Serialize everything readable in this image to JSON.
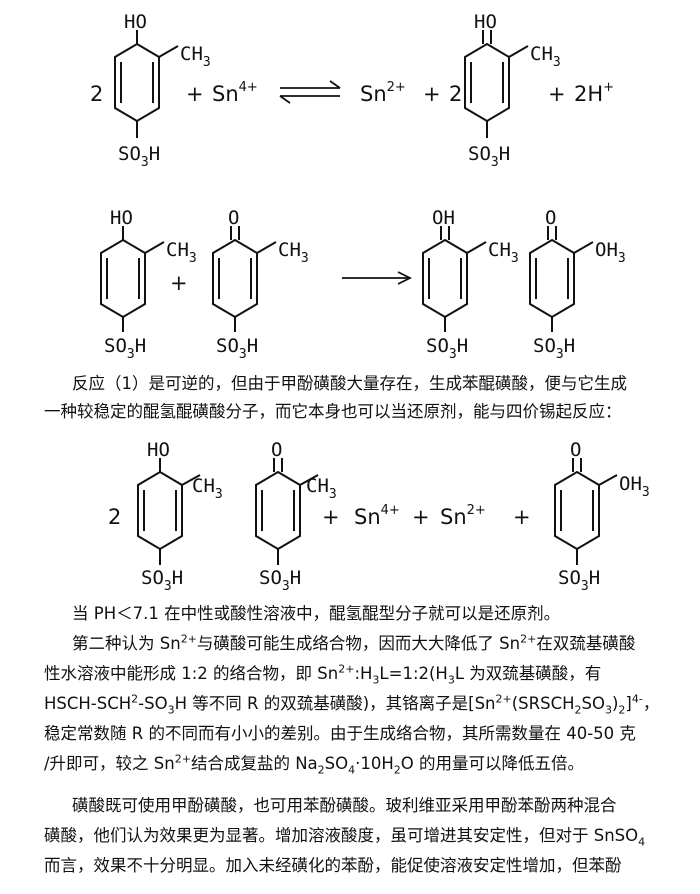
{
  "eq1": {
    "coef_left": "2",
    "ho": "HO",
    "ch3": "CH",
    "ch3_sub": "3",
    "so3h": "SO",
    "so3h_sub": "3",
    "so3h_h": "H",
    "plus": "+",
    "sn4": "Sn",
    "sn4_charge": "4+",
    "sn2": "Sn",
    "sn2_charge": "2+",
    "coef_right": "2",
    "h_plus": "2H",
    "h_charge": "+"
  },
  "eq2": {
    "ho": "HO",
    "o": "O",
    "oh": "OH",
    "ch3": "CH",
    "ch3_sub": "3",
    "oh3": "OH",
    "oh3_sub": "3",
    "so3h": "SO",
    "so3h_sub": "3",
    "so3h_h": "H",
    "plus": "+"
  },
  "para1": {
    "line1": "反应（1）是可逆的，但由于甲酚磺酸大量存在，生成苯醌磺酸，便与它生成",
    "line2": "一种较稳定的醌氢醌磺酸分子，而它本身也可以当还原剂，能与四价锡起反应："
  },
  "eq3": {
    "coef": "2",
    "ho": "HO",
    "o": "O",
    "ch3": "CH",
    "ch3_sub": "3",
    "oh3": "OH",
    "oh3_sub": "3",
    "so3h": "SO",
    "so3h_sub": "3",
    "so3h_h": "H",
    "plus": "+",
    "sn4": "Sn",
    "sn4_charge": "4+",
    "sn2": "Sn",
    "sn2_charge": "2+"
  },
  "para2": {
    "line1": "当 PH＜7.1 在中性或酸性溶液中，醌氢醌型分子就可以是还原剂。"
  },
  "para3": {
    "l1_a": "第二种认为 Sn",
    "l1_sup1": "2+",
    "l1_b": "与磺酸可能生成络合物，因而大大降低了 Sn",
    "l1_sup2": "2+",
    "l1_c": "在双巯基磺酸",
    "l2_a": "性水溶液中能形成  1:2  的络合物，即  Sn",
    "l2_sup": "2+",
    "l2_b": ":H",
    "l2_sub1": "3",
    "l2_c": "L=1:2(H",
    "l2_sub2": "3",
    "l2_d": "L  为双巯基磺酸，有",
    "l3_a": "HSCH-SCH",
    "l3_sup": "2",
    "l3_b": "-SO",
    "l3_sub": "3",
    "l3_c": "H 等不同 R 的双巯基磺酸)，其铬离子是[Sn",
    "l3_sup2": "2+",
    "l3_d": "(SRSCH",
    "l3_sub2": "2",
    "l3_e": "SO",
    "l3_sub3": "3",
    "l3_f": ")",
    "l3_sub4": "2",
    "l3_g": "]",
    "l3_sup3": "4-",
    "l3_h": "，",
    "l4": "稳定常数随 R 的不同而有小小的差别。由于生成络合物，其所需数量在 40-50 克",
    "l5_a": "/升即可，较之 Sn",
    "l5_sup": "2+",
    "l5_b": "结合成复盐的 Na",
    "l5_sub1": "2",
    "l5_c": "SO",
    "l5_sub2": "4",
    "l5_d": "·10H",
    "l5_sub3": "2",
    "l5_e": "O 的用量可以降低五倍。"
  },
  "para4": {
    "line1": "磺酸既可使用甲酚磺酸，也可用苯酚磺酸。玻利维亚采用甲酚苯酚两种混合",
    "line2": "磺酸，他们认为效果更为显著。增加溶液酸度，虽可增进其安定性，但对于 SnSO",
    "line2_sub": "4",
    "line3": "而言，效果不十分明显。加入未经磺化的苯酚，能促使溶液安定性增加，但苯酚"
  }
}
